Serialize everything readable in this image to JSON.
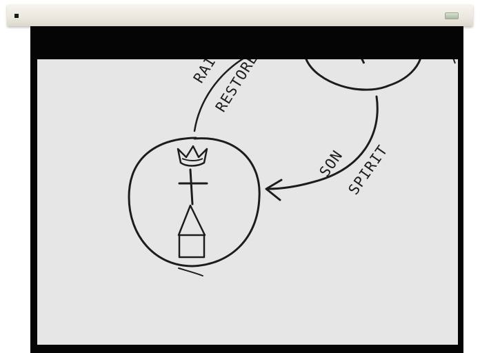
{
  "screen": {
    "housing_color": "#ebe8df",
    "frame_color": "#050505",
    "surface_color": "#e6e6e6"
  },
  "drawing": {
    "arc_upper_label_partial": "RAIS",
    "arc_upper_label": "RESTORED",
    "arc_lower_label_1": "SON",
    "arc_lower_label_2": "SPIRIT",
    "icons": [
      "crown-icon",
      "cross-icon",
      "house-icon",
      "arrow-icon"
    ]
  }
}
